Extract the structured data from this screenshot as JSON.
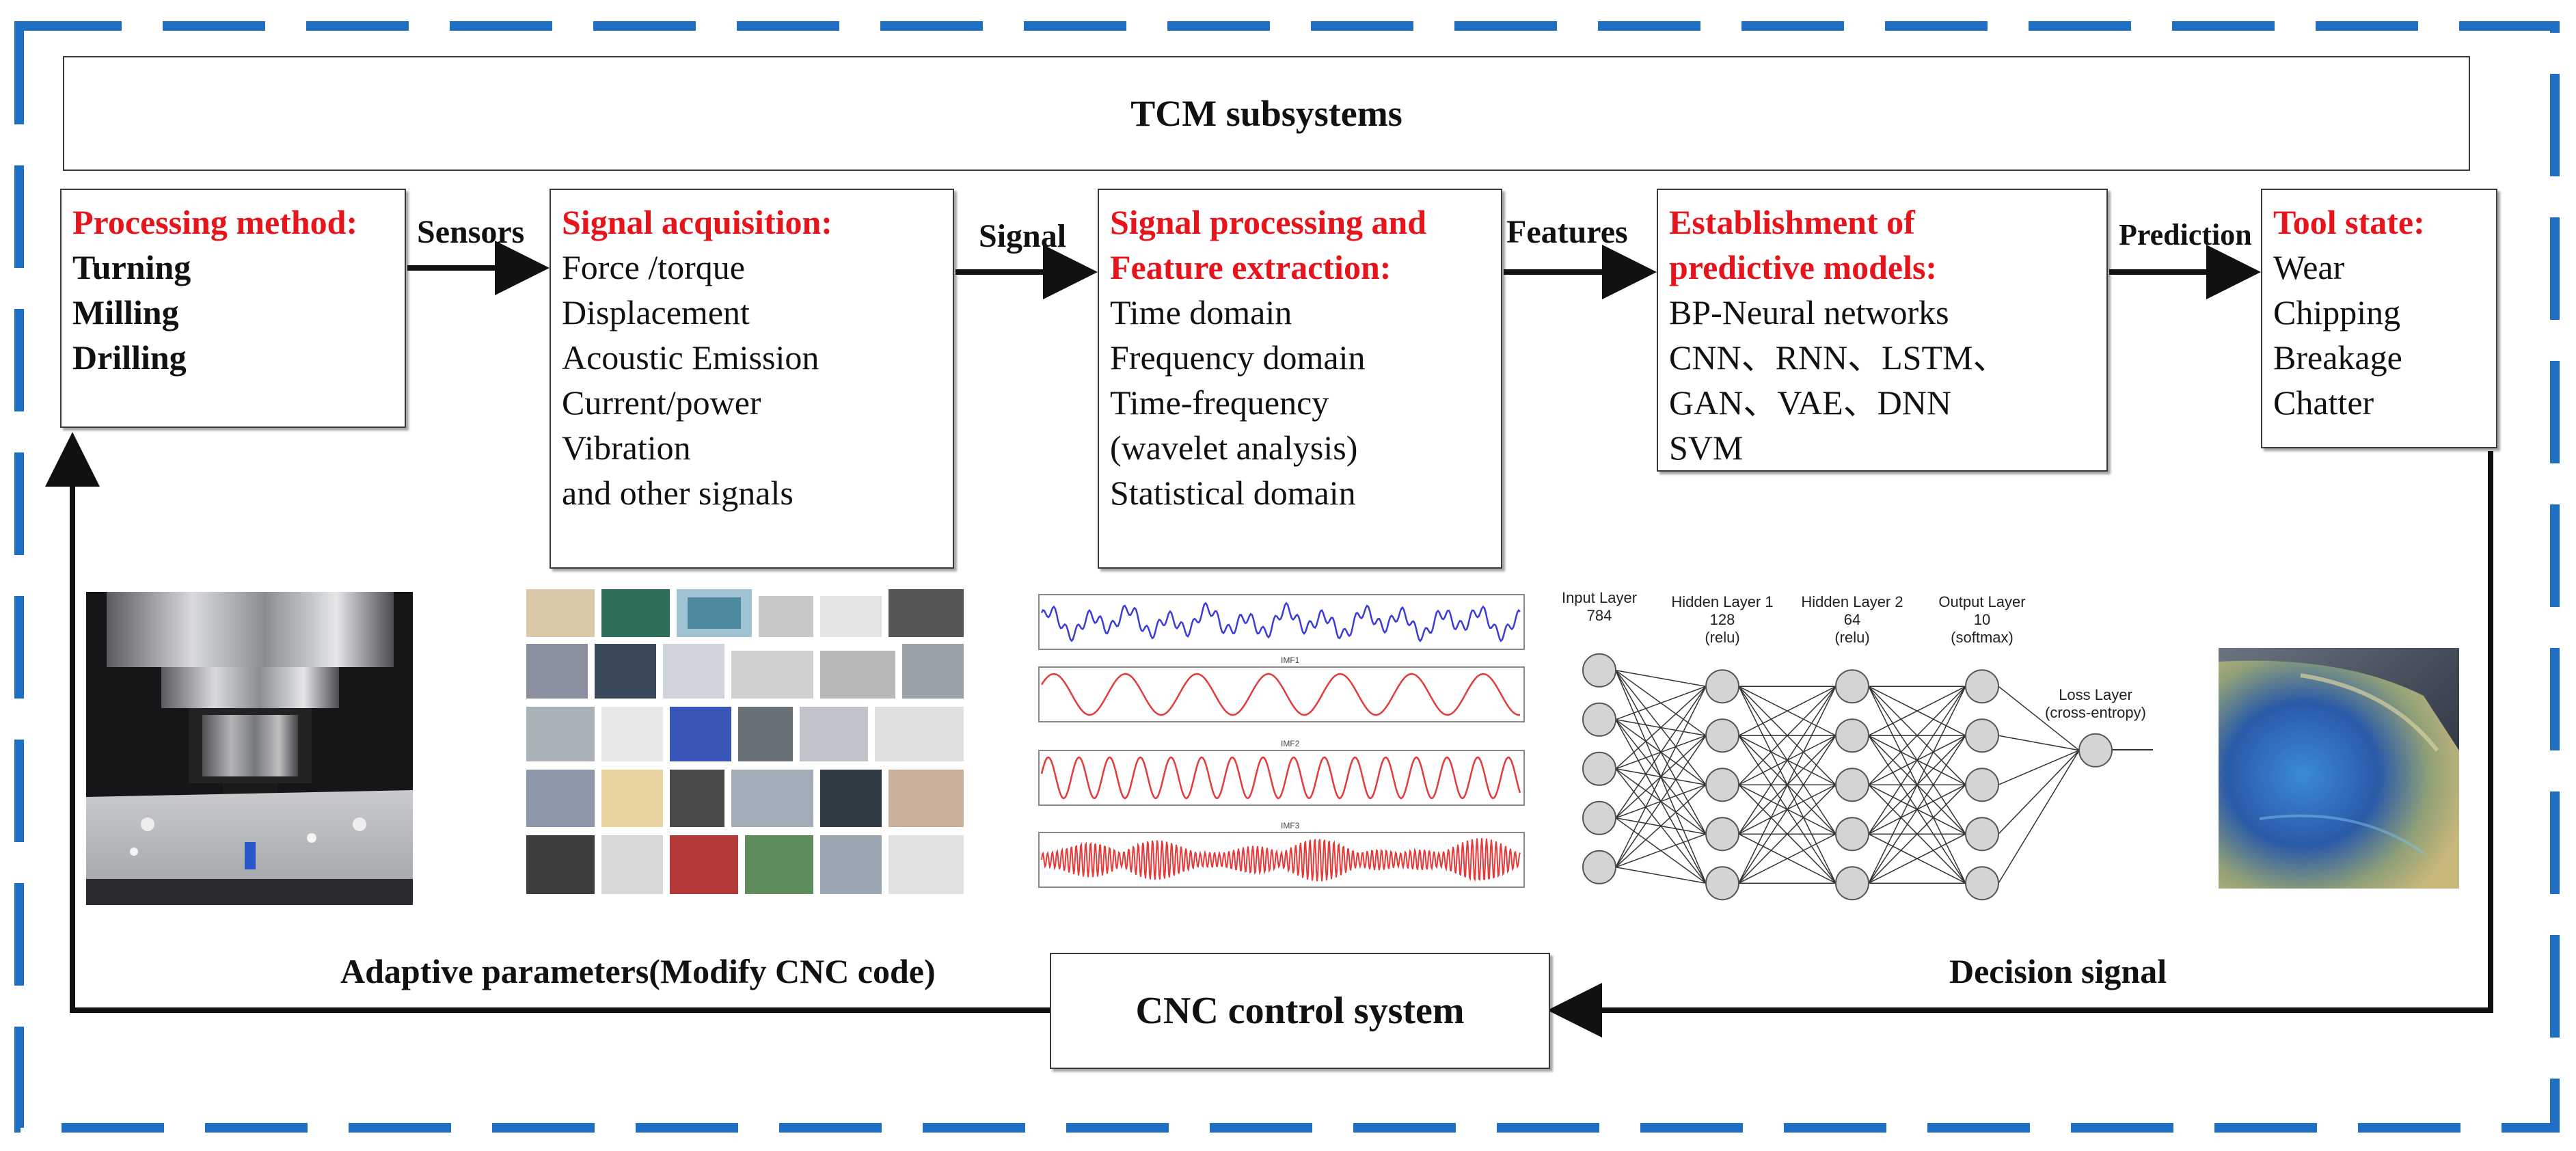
{
  "header": {
    "title": "TCM subsystems"
  },
  "stages": [
    {
      "title": "Processing method:",
      "items": [
        "Turning",
        "Milling",
        "Drilling"
      ]
    },
    {
      "title": "Signal acquisition:",
      "items": [
        "Force /torque",
        "Displacement",
        "Acoustic Emission",
        "Current/power",
        "Vibration",
        "and other signals"
      ]
    },
    {
      "title_lines": [
        "Signal processing and",
        "Feature extraction:"
      ],
      "items": [
        "Time domain",
        "Frequency domain",
        "Time-frequency",
        "(wavelet analysis)",
        "Statistical domain"
      ]
    },
    {
      "title_lines": [
        "Establishment of",
        "predictive models:"
      ],
      "items": [
        "BP-Neural networks",
        "CNN、RNN、LSTM、",
        "GAN、VAE、DNN",
        "SVM"
      ]
    },
    {
      "title": "Tool state:",
      "items": [
        "Wear",
        "Chipping",
        "Breakage",
        "Chatter"
      ]
    }
  ],
  "connectors": {
    "sensors": "Sensors",
    "signal": "Signal",
    "features": "Features",
    "prediction": "Prediction"
  },
  "feedback": {
    "adaptive": "Adaptive parameters(Modify CNC code)",
    "decision": "Decision signal",
    "cnc": "CNC control system"
  },
  "signal_plot": {
    "imf1": "IMF1",
    "imf2": "IMF2",
    "imf3": "IMF3"
  },
  "network": {
    "input": {
      "name": "Input Layer",
      "size": "784"
    },
    "hidden1": {
      "name": "Hidden Layer 1",
      "size": "128",
      "act": "(relu)"
    },
    "hidden2": {
      "name": "Hidden Layer 2",
      "size": "64",
      "act": "(relu)"
    },
    "output": {
      "name": "Output Layer",
      "size": "10",
      "act": "(softmax)"
    },
    "loss": {
      "name": "Loss Layer",
      "act": "(cross-entropy)"
    }
  },
  "colors": {
    "accent_red": "#e8141b",
    "frame_blue": "#1f6fc4",
    "plot_blue": "#3b3bd6",
    "plot_red": "#e53a3a"
  }
}
